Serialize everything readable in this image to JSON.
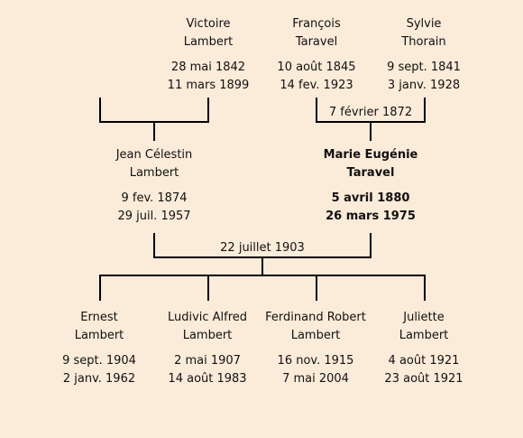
{
  "people": {
    "victoire": {
      "first": "Victoire",
      "last": "Lambert",
      "birth": "28 mai 1842",
      "death": "11 mars 1899"
    },
    "francois": {
      "first": "François",
      "last": "Taravel",
      "birth": "10 août 1845",
      "death": "14 fev. 1923"
    },
    "sylvie": {
      "first": "Sylvie",
      "last": "Thorain",
      "birth": "9 sept. 1841",
      "death": "3 janv. 1928"
    },
    "jean": {
      "first": "Jean Célestin",
      "last": "Lambert",
      "birth": "9 fev. 1874",
      "death": "29 juil. 1957"
    },
    "marie": {
      "first": "Marie Eugénie",
      "last": "Taravel",
      "birth": "5 avril 1880",
      "death": "26 mars 1975"
    },
    "ernest": {
      "first": "Ernest",
      "last": "Lambert",
      "birth": "9 sept. 1904",
      "death": "2 janv. 1962"
    },
    "ludivic": {
      "first": "Ludivic Alfred",
      "last": "Lambert",
      "birth": "2 mai 1907",
      "death": "14 août 1983"
    },
    "ferdinand": {
      "first": "Ferdinand Robert",
      "last": "Lambert",
      "birth": "16 nov. 1915",
      "death": "7 mai 2004"
    },
    "juliette": {
      "first": "Juliette",
      "last": "Lambert",
      "birth": "4 août 1921",
      "death": "23 août 1921"
    }
  },
  "marriages": {
    "francois_sylvie": "7 février 1872",
    "jean_marie": "22 juillet 1903"
  }
}
